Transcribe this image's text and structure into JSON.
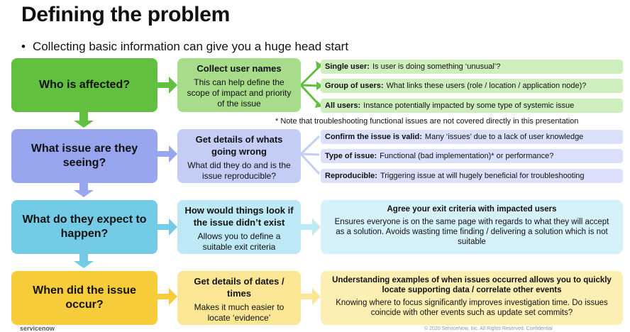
{
  "slide": {
    "title": "Defining the problem",
    "bullet": "Collecting basic information can give you a huge head start",
    "note": "* Note that troubleshooting functional issues are not covered directly in this presentation",
    "footer": "servicenow",
    "copyright": "© 2020 ServiceNow, Inc. All Rights Reserved. Confidential"
  },
  "colors": {
    "green_dark": "#62bf40",
    "green_light": "#a7dc8a",
    "green_pale": "#cfeebe",
    "blue_dark": "#97a6ef",
    "blue_light": "#c4cdf6",
    "blue_pale": "#dbe1fb",
    "cyan_dark": "#74cbe6",
    "cyan_light": "#bde8f5",
    "yellow_dark": "#f7cc3a",
    "yellow_light": "#fbe695"
  },
  "rows": [
    {
      "question": "Who is affected?",
      "mid_heading": "Collect user names",
      "mid_text": "This can help define the scope of impact and priority of the issue",
      "items": [
        {
          "label": "Single user:",
          "text": "Is user is doing something ‘unusual’?"
        },
        {
          "label": "Group of users:",
          "text": "What links these users (role / location / application node)?"
        },
        {
          "label": "All users:",
          "text": "Instance potentially impacted by some type of systemic issue"
        }
      ]
    },
    {
      "question": "What issue are they seeing?",
      "mid_heading": "Get details of whats going wrong",
      "mid_text": "What did they do and is the issue reproducible?",
      "items": [
        {
          "label": "Confirm the issue is valid:",
          "text": "Many ‘issues’ due to a lack of user knowledge"
        },
        {
          "label": "Type of issue:",
          "text": "Functional (bad implementation)* or performance?"
        },
        {
          "label": "Reproducible:",
          "text": "Triggering issue at will hugely beneficial for troubleshooting"
        }
      ]
    },
    {
      "question": "What do they expect to happen?",
      "mid_heading": "How would things look if the issue didn’t exist",
      "mid_text": "Allows you to define a suitable exit criteria",
      "right_heading": "Agree your exit criteria with impacted users",
      "right_text": "Ensures everyone is on the same page with regards to what they will accept as a solution. Avoids wasting time finding / delivering a solution which is not suitable"
    },
    {
      "question": "When did the issue occur?",
      "mid_heading": "Get details of dates / times",
      "mid_text": "Makes it much easier to locate ‘evidence’",
      "right_heading": "Understanding examples of when issues occurred allows you to quickly locate supporting data / correlate other events",
      "right_text": "Knowing where to focus significantly improves investigation time. Do issues coincide with other events such as update set commits?"
    }
  ]
}
